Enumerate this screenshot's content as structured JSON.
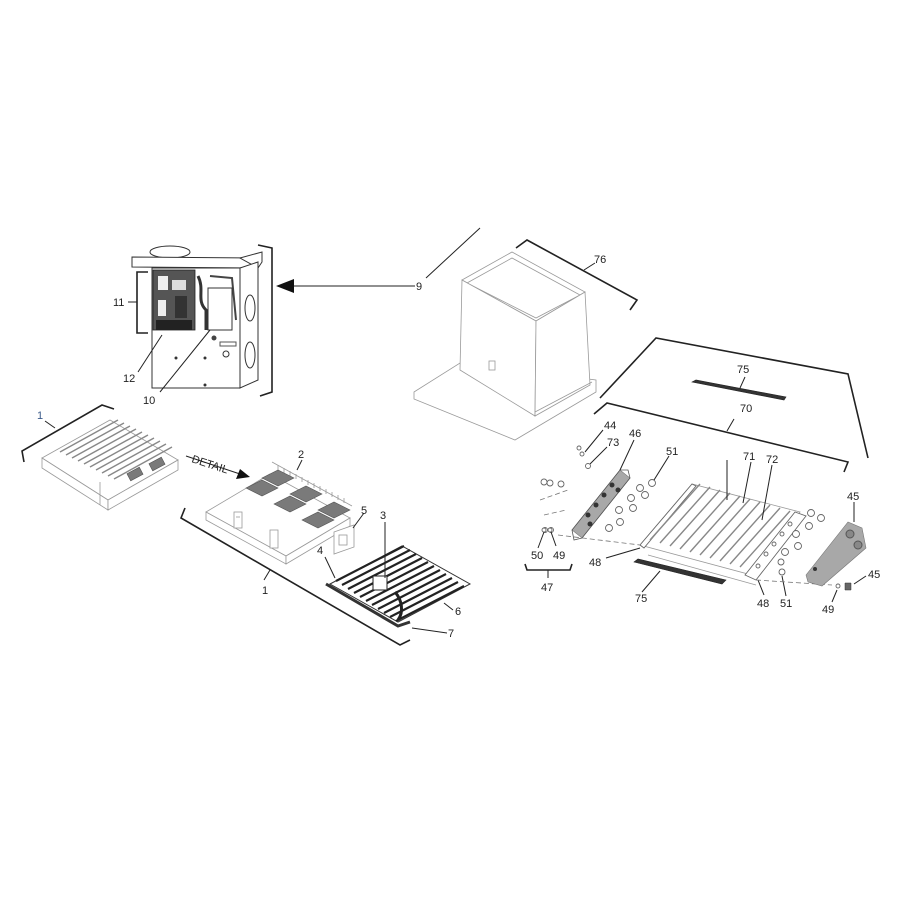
{
  "diagram": {
    "type": "exploded-parts-diagram",
    "detail_label": "DETAIL",
    "assemblies": {
      "control_box": {
        "callouts": [
          "9",
          "10",
          "11",
          "12"
        ]
      },
      "jacket": {
        "callouts": [
          "76"
        ]
      },
      "burner_tray_assembly": {
        "callouts": [
          "1",
          "2",
          "3",
          "4",
          "5",
          "6",
          "7"
        ]
      },
      "heat_exchanger": {
        "callouts": [
          "44",
          "45",
          "46",
          "47",
          "48",
          "49",
          "50",
          "51",
          "70",
          "71",
          "72",
          "73",
          "75"
        ]
      }
    },
    "callouts": {
      "c1a": "1",
      "c1b": "1",
      "c2": "2",
      "c3": "3",
      "c4": "4",
      "c5": "5",
      "c6": "6",
      "c7": "7",
      "c9": "9",
      "c10": "10",
      "c11": "11",
      "c12": "12",
      "c44": "44",
      "c45a": "45",
      "c45b": "45",
      "c46": "46",
      "c47": "47",
      "c48a": "48",
      "c48b": "48",
      "c49a": "49",
      "c49b": "49",
      "c50": "50",
      "c51a": "51",
      "c51b": "51",
      "c70": "70",
      "c71": "71",
      "c72": "72",
      "c73": "73",
      "c75a": "75",
      "c75b": "75",
      "c76": "76"
    }
  }
}
